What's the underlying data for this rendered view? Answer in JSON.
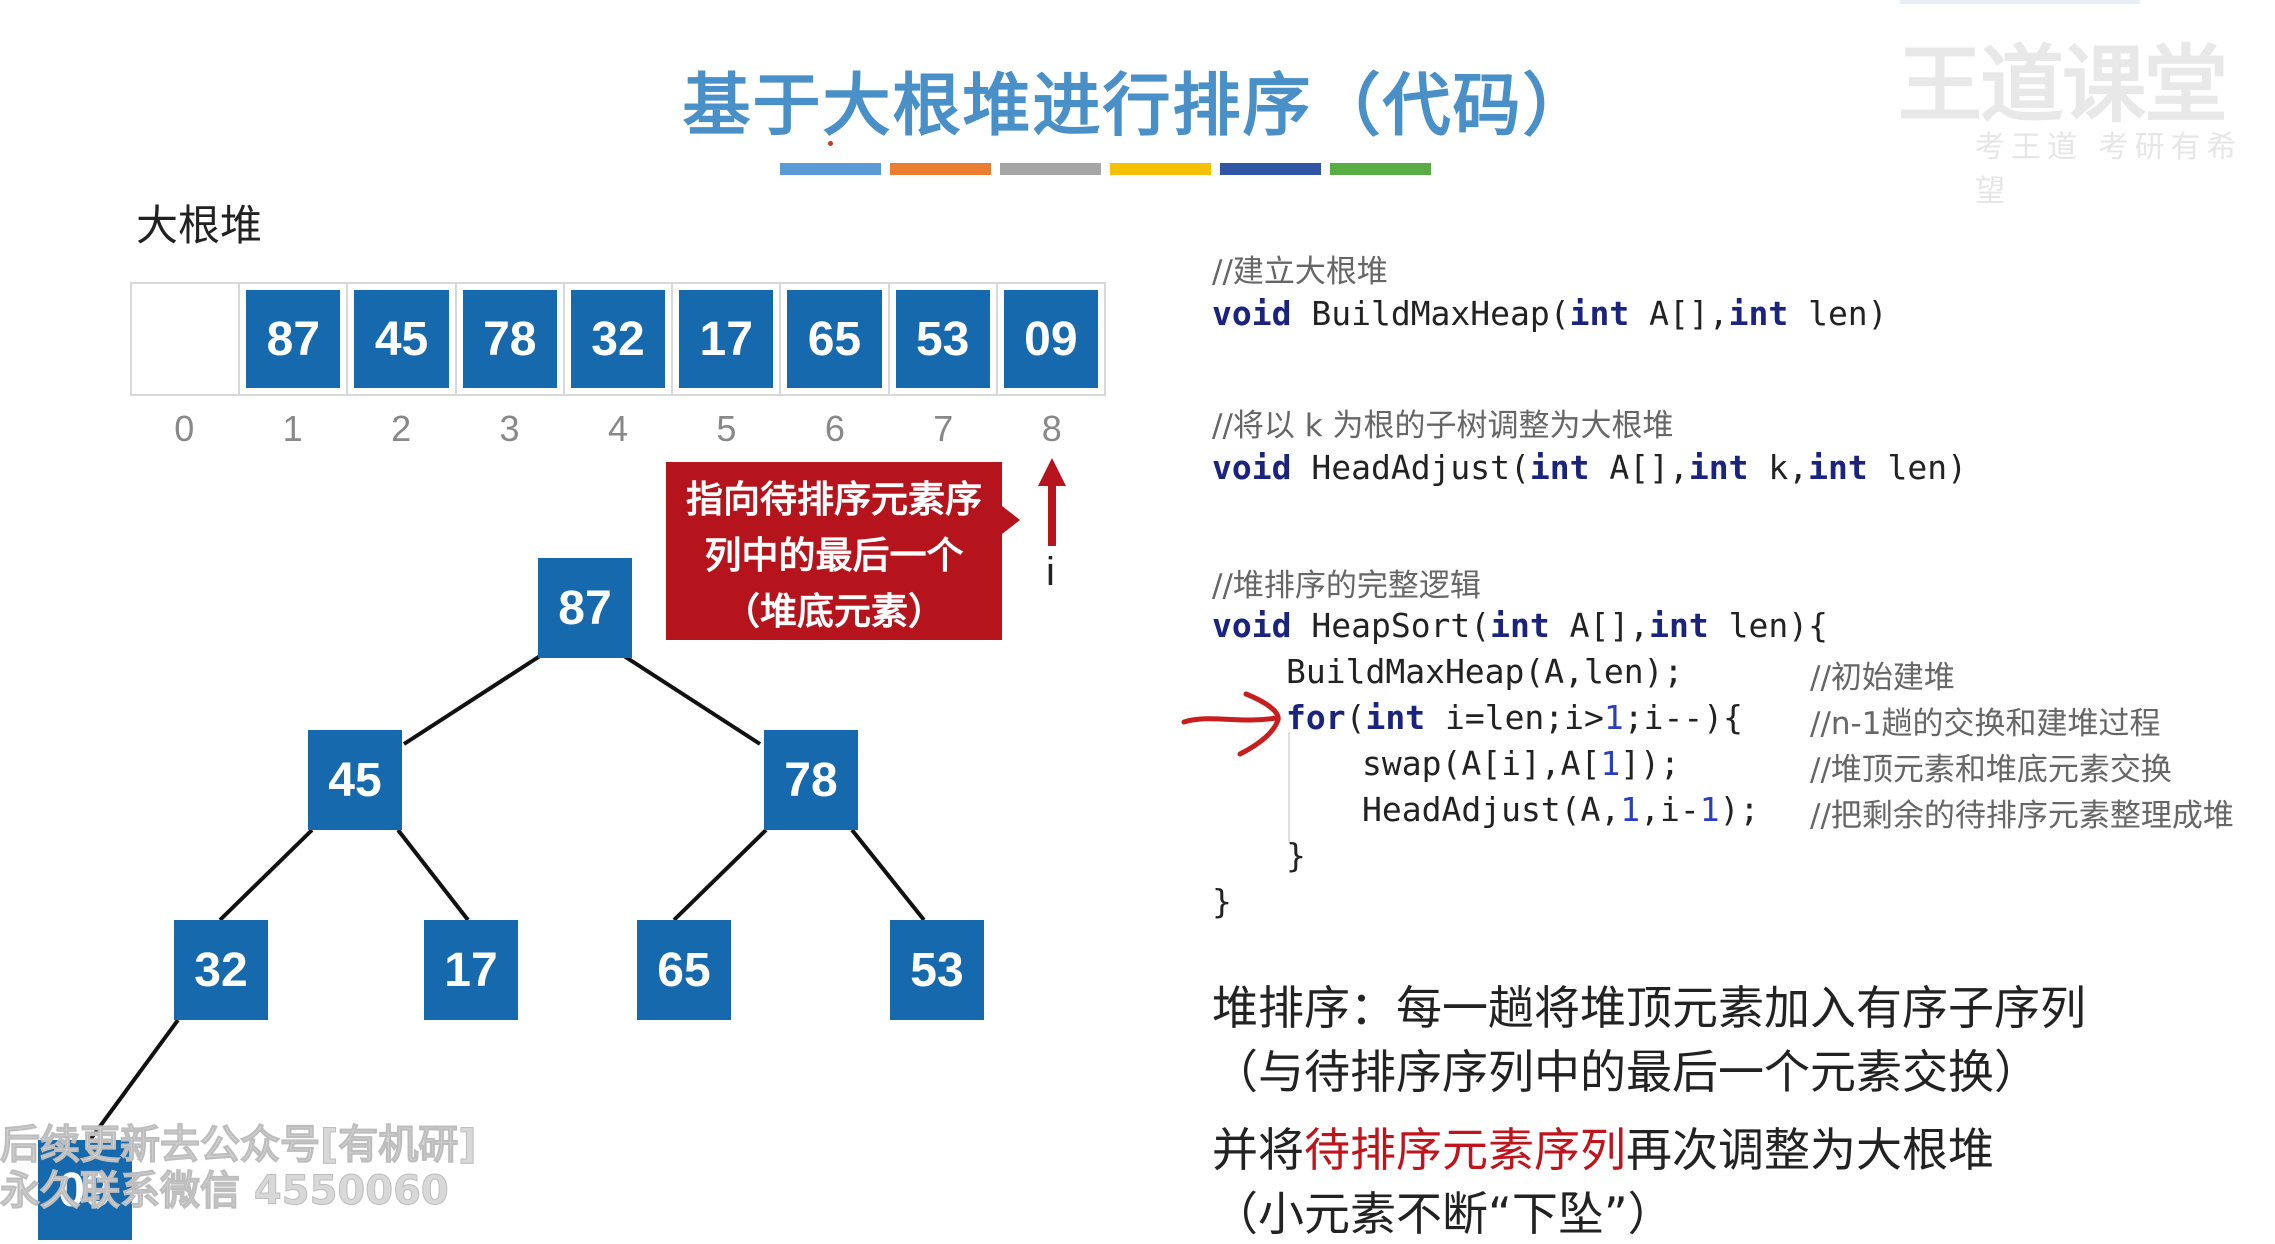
{
  "title": "基于大根堆进行排序（代码）",
  "color_bar": [
    "#5b9bd5",
    "#ed7d31",
    "#a5a5a5",
    "#f5c000",
    "#2f55a4",
    "#5aac44"
  ],
  "watermark_top": {
    "logo": "王道课堂",
    "sub": "考王道 考研有希望"
  },
  "heap_label": "大根堆",
  "array": {
    "values": [
      "",
      "87",
      "45",
      "78",
      "32",
      "17",
      "65",
      "53",
      "09"
    ],
    "indices": [
      "0",
      "1",
      "2",
      "3",
      "4",
      "5",
      "6",
      "7",
      "8"
    ]
  },
  "pointer": {
    "label": "i",
    "callout": [
      "指向待排序元素序",
      "列中的最后一个",
      "（堆底元素）"
    ],
    "color": "#b5141c"
  },
  "tree": {
    "nodes": [
      "87",
      "45",
      "78",
      "32",
      "17",
      "65",
      "53",
      "09"
    ]
  },
  "code": {
    "c1": "//建立大根堆",
    "l1_void": "void",
    "l1_name": " BuildMaxHeap(",
    "l1_int1": "int",
    "l1_a": " A[],",
    "l1_int2": "int",
    "l1_end": " len)",
    "c2": "//将以 k 为根的子树调整为大根堆",
    "l2_void": "void",
    "l2_name": " HeadAdjust(",
    "l2_int1": "int",
    "l2_a": " A[],",
    "l2_int2": "int",
    "l2_k": " k,",
    "l2_int3": "int",
    "l2_end": " len)",
    "c3": "//堆排序的完整逻辑",
    "l3_void": "void",
    "l3_name": " HeapSort(",
    "l3_int1": "int",
    "l3_a": " A[],",
    "l3_int2": "int",
    "l3_end": " len){",
    "l4": "BuildMaxHeap(A,len);",
    "l4c": "//初始建堆",
    "l5_for": "for",
    "l5_p": "(",
    "l5_int": "int",
    "l5_a": " i=len;i>",
    "l5_1": "1",
    "l5_b": ";i--){",
    "l5c": "//n-1趟的交换和建堆过程",
    "l6_a": "swap(A[i],A[",
    "l6_1": "1",
    "l6_b": "]);",
    "l6c": "//堆顶元素和堆底元素交换",
    "l7_a": "HeadAdjust(A,",
    "l7_1": "1",
    "l7_b": ",i-",
    "l7_2": "1",
    "l7_c": ");",
    "l7c": "//把剩余的待排序元素整理成堆",
    "l8": "}",
    "l9": "}"
  },
  "summary": {
    "line1": "堆排序：每一趟将堆顶元素加入有序子序列",
    "line2": "（与待排序序列中的最后一个元素交换）",
    "line3_a": "并将",
    "line3_red": "待排序元素序列",
    "line3_b": "再次调整为大根堆",
    "line4": "（小元素不断“下坠”）"
  },
  "watermark_bottom": {
    "line1": "后续更新去公众号[有机研]",
    "line2": "永久联系微信 4550060"
  }
}
